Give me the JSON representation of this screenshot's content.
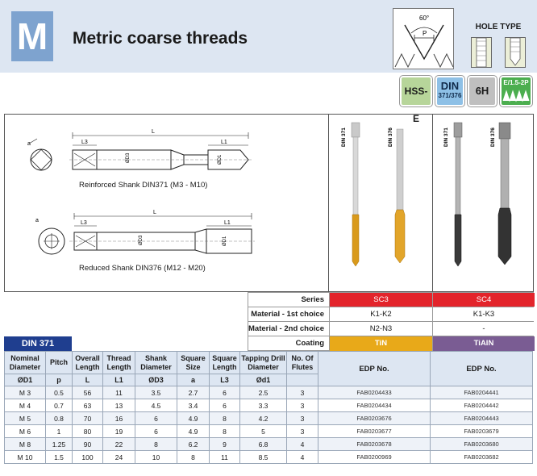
{
  "header": {
    "letter": "M",
    "title": "Metric coarse threads",
    "thread_angle": "60°",
    "thread_pitch": "P",
    "hole_type_label": "HOLE TYPE"
  },
  "badges": {
    "material": "HSS-E",
    "standard": "DIN",
    "standard_sub": "371/376",
    "tolerance": "6H",
    "effect": "E/1.5-2P"
  },
  "drawings": {
    "dim_L": "L",
    "dim_L3": "L3",
    "dim_L1": "L1",
    "dim_D3": "ØD3",
    "dim_D1": "ØD1",
    "dim_a": "a",
    "caption_371": "Reinforced Shank DIN371 (M3 - M10)",
    "caption_376": "Reduced Shank DIN376 (M12 - M20)",
    "photo_label_1": "DIN 371",
    "photo_label_2": "DIN 376"
  },
  "spec": {
    "series_label": "Series",
    "series_1": "SC3",
    "series_2": "SC4",
    "mat1_label": "Material - 1st choice",
    "mat1_1": "K1-K2",
    "mat1_2": "K1-K3",
    "mat2_label": "Material - 2nd choice",
    "mat2_1": "N2-N3",
    "mat2_2": "-",
    "coating_label": "Coating",
    "coating_1": "TiN",
    "coating_2": "TiAlN"
  },
  "colors": {
    "series_bg": "#e3242b",
    "tin_bg": "#e8a919",
    "tialn_bg": "#7a5c93",
    "din_bar": "#1f3e8f",
    "header_bg": "#dde6f2"
  },
  "table": {
    "din_label": "DIN 371",
    "headers": [
      "Nominal Diameter",
      "Pitch",
      "Overall Length",
      "Thread Length",
      "Shank Diameter",
      "Square Size",
      "Square Length",
      "Tapping Drill Diameter",
      "No. Of Flutes",
      "EDP No.",
      "EDP No."
    ],
    "symbols": [
      "ØD1",
      "p",
      "L",
      "L1",
      "ØD3",
      "a",
      "L3",
      "Ød1",
      ""
    ],
    "rows": [
      [
        "M 3",
        "0.5",
        "56",
        "11",
        "3.5",
        "2.7",
        "6",
        "2.5",
        "3",
        "FAB0204433",
        "FAB0204441"
      ],
      [
        "M 4",
        "0.7",
        "63",
        "13",
        "4.5",
        "3.4",
        "6",
        "3.3",
        "3",
        "FAB0204434",
        "FAB0204442"
      ],
      [
        "M 5",
        "0.8",
        "70",
        "16",
        "6",
        "4.9",
        "8",
        "4.2",
        "3",
        "FAB0203676",
        "FAB0204443"
      ],
      [
        "M 6",
        "1",
        "80",
        "19",
        "6",
        "4.9",
        "8",
        "5",
        "3",
        "FAB0203677",
        "FAB0203679"
      ],
      [
        "M 8",
        "1.25",
        "90",
        "22",
        "8",
        "6.2",
        "9",
        "6.8",
        "4",
        "FAB0203678",
        "FAB0203680"
      ],
      [
        "M 10",
        "1.5",
        "100",
        "24",
        "10",
        "8",
        "11",
        "8.5",
        "4",
        "FAB0200969",
        "FAB0203682"
      ]
    ]
  }
}
